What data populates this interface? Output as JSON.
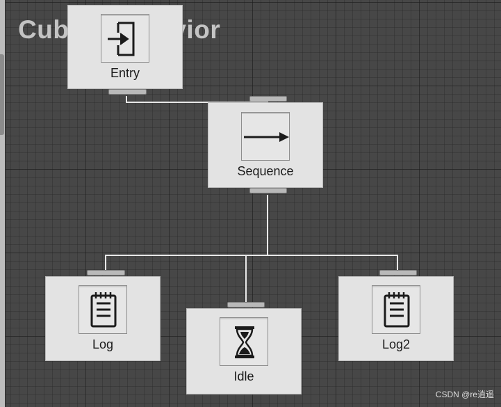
{
  "graph": {
    "title": "Cube - Behavior"
  },
  "nodes": {
    "entry": {
      "label": "Entry",
      "icon": "entry-icon"
    },
    "sequence": {
      "label": "Sequence",
      "icon": "arrow-right-icon"
    },
    "log": {
      "label": "Log",
      "icon": "notepad-icon"
    },
    "idle": {
      "label": "Idle",
      "icon": "hourglass-icon"
    },
    "log2": {
      "label": "Log2",
      "icon": "notepad-icon"
    }
  },
  "watermark": "CSDN @re逍遥",
  "colors": {
    "canvas": "#474747",
    "node_fill": "#e3e3e3",
    "edge": "#e8e8e8",
    "title": "#c4c4c4"
  }
}
